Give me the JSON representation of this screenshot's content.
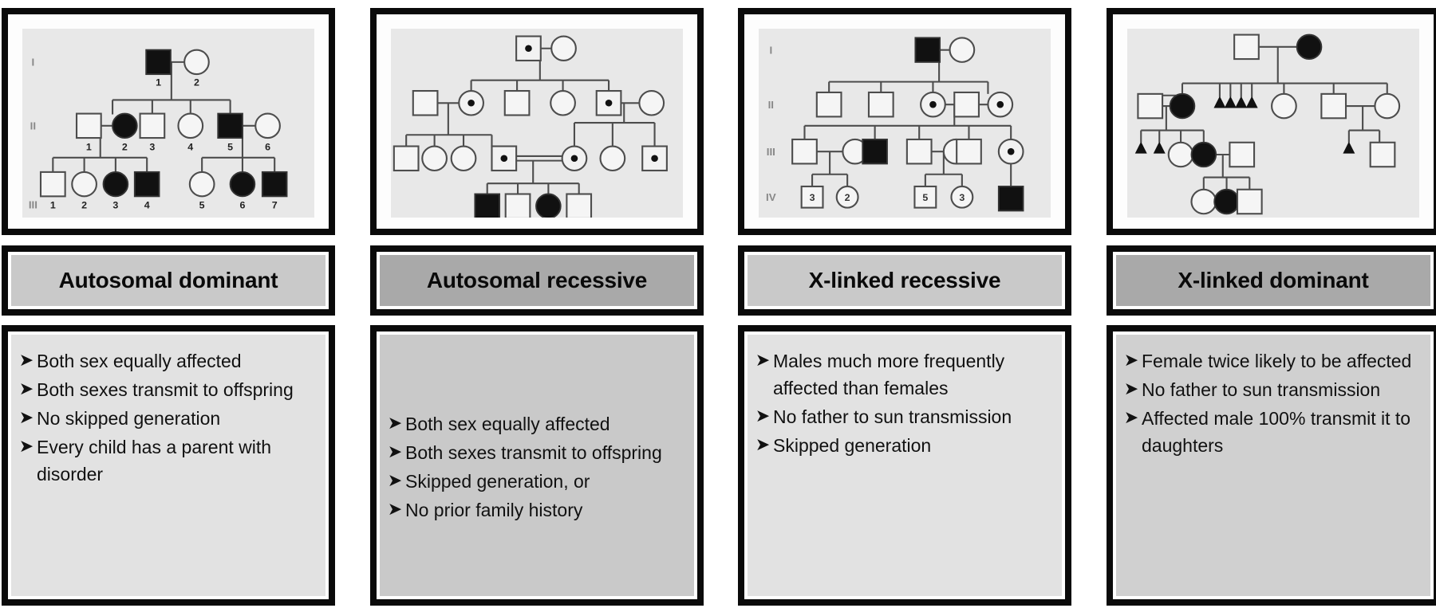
{
  "page": {
    "title": "Pedigree patterns of inheritance comparison chart",
    "colors": {
      "frame_border": "#0a0a0a",
      "pedigree_background": "#e8e8e8",
      "title_light": "#c9c9c9",
      "title_dark": "#a9a9a9",
      "bullets_light": "#e2e2e2",
      "bullets_mid": "#c9c9c9",
      "affected_fill": "#111111",
      "unaffected_fill": "#f2f2f2",
      "line_stroke": "#555555"
    }
  },
  "columns": [
    {
      "id": "autosomal-dominant",
      "title": "Autosomal dominant",
      "title_tone": "light",
      "bullets_tone": "light",
      "bullets": [
        "Both sex equally affected",
        "Both sexes transmit to offspring",
        "No skipped generation",
        "Every child has a parent with disorder"
      ],
      "pedigree": {
        "generation_labels": [
          "I",
          "II",
          "III"
        ],
        "individual_numbers": {
          "I": [
            "1",
            "2"
          ],
          "II": [
            "1",
            "2",
            "3",
            "4",
            "5",
            "6"
          ],
          "III": [
            "1",
            "2",
            "3",
            "4",
            "5",
            "6",
            "7"
          ]
        },
        "symbols": [
          {
            "gen": "I",
            "num": "1",
            "shape": "square",
            "status": "affected"
          },
          {
            "gen": "I",
            "num": "2",
            "shape": "circle",
            "status": "unaffected"
          },
          {
            "gen": "II",
            "num": "1",
            "shape": "square",
            "status": "unaffected"
          },
          {
            "gen": "II",
            "num": "2",
            "shape": "circle",
            "status": "affected"
          },
          {
            "gen": "II",
            "num": "3",
            "shape": "square",
            "status": "unaffected"
          },
          {
            "gen": "II",
            "num": "4",
            "shape": "circle",
            "status": "unaffected"
          },
          {
            "gen": "II",
            "num": "5",
            "shape": "square",
            "status": "affected"
          },
          {
            "gen": "II",
            "num": "6",
            "shape": "circle",
            "status": "unaffected"
          },
          {
            "gen": "III",
            "num": "1",
            "shape": "square",
            "status": "unaffected"
          },
          {
            "gen": "III",
            "num": "2",
            "shape": "circle",
            "status": "unaffected"
          },
          {
            "gen": "III",
            "num": "3",
            "shape": "circle",
            "status": "affected"
          },
          {
            "gen": "III",
            "num": "4",
            "shape": "square",
            "status": "affected"
          },
          {
            "gen": "III",
            "num": "5",
            "shape": "circle",
            "status": "unaffected"
          },
          {
            "gen": "III",
            "num": "6",
            "shape": "circle",
            "status": "affected"
          },
          {
            "gen": "III",
            "num": "7",
            "shape": "square",
            "status": "affected"
          }
        ]
      }
    },
    {
      "id": "autosomal-recessive",
      "title": "Autosomal recessive",
      "title_tone": "dark",
      "bullets_tone": "mid",
      "bullets": [
        "Both sex equally affected",
        "Both sexes transmit to offspring",
        "Skipped generation, or",
        "No prior family history"
      ],
      "pedigree": {
        "generation_labels": [],
        "individual_numbers": {},
        "symbols": [
          {
            "gen": "I",
            "num": "",
            "shape": "square",
            "status": "carrier"
          },
          {
            "gen": "I",
            "num": "",
            "shape": "circle",
            "status": "unaffected"
          },
          {
            "gen": "II",
            "num": "",
            "shape": "square",
            "status": "unaffected"
          },
          {
            "gen": "II",
            "num": "",
            "shape": "circle",
            "status": "carrier"
          },
          {
            "gen": "II",
            "num": "",
            "shape": "square",
            "status": "unaffected"
          },
          {
            "gen": "II",
            "num": "",
            "shape": "circle",
            "status": "unaffected"
          },
          {
            "gen": "II",
            "num": "",
            "shape": "square",
            "status": "carrier"
          },
          {
            "gen": "II",
            "num": "",
            "shape": "circle",
            "status": "unaffected"
          },
          {
            "gen": "III",
            "num": "",
            "shape": "square",
            "status": "unaffected"
          },
          {
            "gen": "III",
            "num": "",
            "shape": "circle",
            "status": "unaffected"
          },
          {
            "gen": "III",
            "num": "",
            "shape": "circle",
            "status": "unaffected"
          },
          {
            "gen": "III",
            "num": "",
            "shape": "square",
            "status": "carrier"
          },
          {
            "gen": "III",
            "num": "",
            "shape": "circle",
            "status": "carrier"
          },
          {
            "gen": "III",
            "num": "",
            "shape": "circle",
            "status": "unaffected"
          },
          {
            "gen": "III",
            "num": "",
            "shape": "square",
            "status": "carrier"
          },
          {
            "gen": "IV",
            "num": "",
            "shape": "square",
            "status": "affected"
          },
          {
            "gen": "IV",
            "num": "",
            "shape": "square",
            "status": "unaffected"
          },
          {
            "gen": "IV",
            "num": "",
            "shape": "circle",
            "status": "affected"
          },
          {
            "gen": "IV",
            "num": "",
            "shape": "square",
            "status": "unaffected"
          }
        ],
        "notes": [
          "consanguineous mating shown as double line"
        ]
      }
    },
    {
      "id": "x-linked-recessive",
      "title": "X-linked recessive",
      "title_tone": "light",
      "bullets_tone": "light",
      "bullets": [
        "Males much more frequently affected than females",
        "No father to sun transmission",
        "Skipped generation"
      ],
      "pedigree": {
        "generation_labels": [
          "I",
          "II",
          "III",
          "IV"
        ],
        "individual_numbers": {
          "IV": [
            "3",
            "2",
            "5",
            "3"
          ]
        },
        "symbols": [
          {
            "gen": "I",
            "num": "",
            "shape": "square",
            "status": "affected"
          },
          {
            "gen": "I",
            "num": "",
            "shape": "circle",
            "status": "unaffected"
          },
          {
            "gen": "II",
            "num": "",
            "shape": "square",
            "status": "unaffected"
          },
          {
            "gen": "II",
            "num": "",
            "shape": "square",
            "status": "unaffected"
          },
          {
            "gen": "II",
            "num": "",
            "shape": "circle",
            "status": "carrier"
          },
          {
            "gen": "II",
            "num": "",
            "shape": "square",
            "status": "unaffected"
          },
          {
            "gen": "II",
            "num": "",
            "shape": "circle",
            "status": "carrier"
          },
          {
            "gen": "III",
            "num": "",
            "shape": "square",
            "status": "unaffected"
          },
          {
            "gen": "III",
            "num": "",
            "shape": "circle",
            "status": "unaffected"
          },
          {
            "gen": "III",
            "num": "",
            "shape": "square",
            "status": "affected"
          },
          {
            "gen": "III",
            "num": "",
            "shape": "square",
            "status": "unaffected"
          },
          {
            "gen": "III",
            "num": "",
            "shape": "circle",
            "status": "unaffected"
          },
          {
            "gen": "III",
            "num": "",
            "shape": "square",
            "status": "unaffected"
          },
          {
            "gen": "III",
            "num": "",
            "shape": "circle",
            "status": "carrier"
          },
          {
            "gen": "IV",
            "num": "3",
            "shape": "square",
            "status": "multiple"
          },
          {
            "gen": "IV",
            "num": "2",
            "shape": "circle",
            "status": "multiple"
          },
          {
            "gen": "IV",
            "num": "5",
            "shape": "square",
            "status": "multiple"
          },
          {
            "gen": "IV",
            "num": "3",
            "shape": "circle",
            "status": "multiple"
          },
          {
            "gen": "IV",
            "num": "",
            "shape": "square",
            "status": "affected"
          }
        ]
      }
    },
    {
      "id": "x-linked-dominant",
      "title": "X-linked dominant",
      "title_tone": "dark",
      "bullets_tone": "mid",
      "bullets": [
        "Female twice likely to be affected",
        "No father to sun transmission",
        "Affected male 100% transmit it to daughters"
      ],
      "pedigree": {
        "generation_labels": [],
        "individual_numbers": {},
        "symbols": [
          {
            "gen": "I",
            "num": "",
            "shape": "square",
            "status": "unaffected"
          },
          {
            "gen": "I",
            "num": "",
            "shape": "circle",
            "status": "affected"
          },
          {
            "gen": "II",
            "num": "",
            "shape": "square",
            "status": "unaffected"
          },
          {
            "gen": "II",
            "num": "",
            "shape": "circle",
            "status": "affected"
          },
          {
            "gen": "II",
            "num": "",
            "shape": "triangle",
            "status": "affected"
          },
          {
            "gen": "II",
            "num": "",
            "shape": "triangle",
            "status": "affected"
          },
          {
            "gen": "II",
            "num": "",
            "shape": "triangle",
            "status": "affected"
          },
          {
            "gen": "II",
            "num": "",
            "shape": "triangle",
            "status": "affected"
          },
          {
            "gen": "II",
            "num": "",
            "shape": "circle",
            "status": "unaffected"
          },
          {
            "gen": "II",
            "num": "",
            "shape": "square",
            "status": "unaffected"
          },
          {
            "gen": "II",
            "num": "",
            "shape": "circle",
            "status": "unaffected"
          },
          {
            "gen": "III",
            "num": "",
            "shape": "triangle",
            "status": "affected"
          },
          {
            "gen": "III",
            "num": "",
            "shape": "triangle",
            "status": "affected"
          },
          {
            "gen": "III",
            "num": "",
            "shape": "circle",
            "status": "unaffected"
          },
          {
            "gen": "III",
            "num": "",
            "shape": "circle",
            "status": "affected"
          },
          {
            "gen": "III",
            "num": "",
            "shape": "square",
            "status": "unaffected"
          },
          {
            "gen": "III",
            "num": "",
            "shape": "triangle",
            "status": "affected"
          },
          {
            "gen": "III",
            "num": "",
            "shape": "triangle",
            "status": "affected"
          },
          {
            "gen": "III",
            "num": "",
            "shape": "square",
            "status": "unaffected"
          },
          {
            "gen": "IV",
            "num": "",
            "shape": "circle",
            "status": "unaffected"
          },
          {
            "gen": "IV",
            "num": "",
            "shape": "circle",
            "status": "affected"
          },
          {
            "gen": "IV",
            "num": "",
            "shape": "square",
            "status": "unaffected"
          }
        ]
      }
    }
  ],
  "bullet_marker": "➤"
}
